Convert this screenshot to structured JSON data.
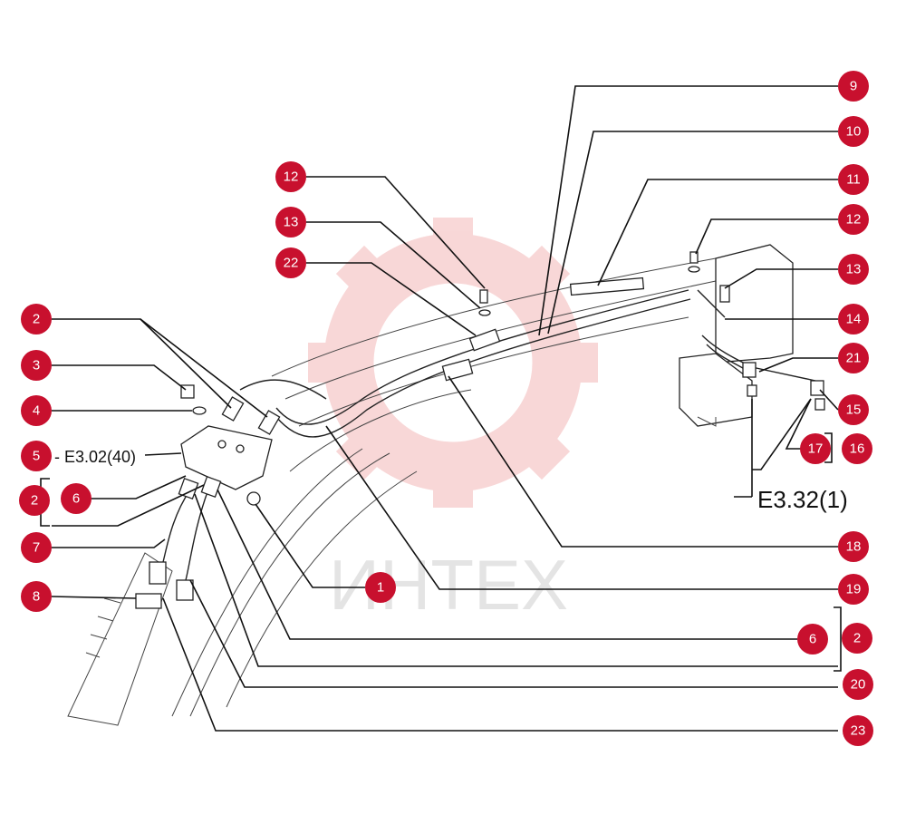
{
  "watermark": {
    "text": "ИНТЕХ",
    "color": "#f2b3b3"
  },
  "callout_color": "#c8102e",
  "references": {
    "e302": "- E3.02(40)",
    "e332": "E3.32(1)"
  },
  "callouts": {
    "c9": "9",
    "c10": "10",
    "c11": "11",
    "c12a": "12",
    "c12b": "12",
    "c13a": "13",
    "c13b": "13",
    "c14": "14",
    "c21": "21",
    "c15": "15",
    "c17": "17",
    "c16": "16",
    "c22": "22",
    "c2a": "2",
    "c3": "3",
    "c4": "4",
    "c5": "5",
    "c6a": "6",
    "c2b": "2",
    "c7": "7",
    "c8": "8",
    "c1": "1",
    "c18": "18",
    "c19": "19",
    "c6b": "6",
    "c2c": "2",
    "c20": "20",
    "c23": "23"
  }
}
